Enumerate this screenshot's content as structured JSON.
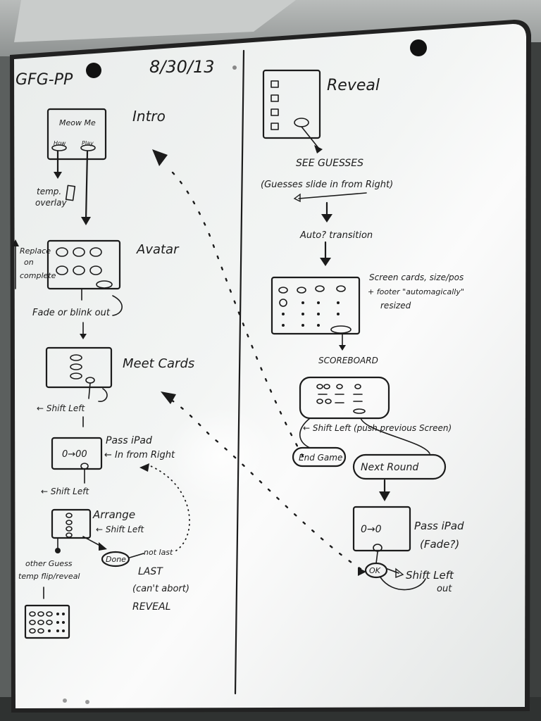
{
  "board": {
    "title": "GFG-PP",
    "date": "8/30/13"
  },
  "left_column": {
    "intro": {
      "screen_header": "Meow Me",
      "button_left": "How",
      "button_right": "Play",
      "label": "Intro"
    },
    "overlay_note": {
      "line1": "temp.",
      "line2": "overlay"
    },
    "side_note": {
      "line1": "Replace",
      "line2": "on",
      "line3": "complete"
    },
    "avatar": {
      "label": "Avatar"
    },
    "fade_note": "Fade or blink out",
    "meet_cards": {
      "label": "Meet Cards"
    },
    "shift_left_1": "← Shift Left",
    "pass_ipad": {
      "label": "Pass iPad",
      "sub": "← In from Right",
      "screen_text": "0→00"
    },
    "shift_left_2": "← Shift Left",
    "arrange": {
      "label": "Arrange",
      "sub": "← Shift Left"
    },
    "done_oval": "Done",
    "not_last": "not last",
    "last_block": {
      "line1": "LAST",
      "line2": "(can't abort)",
      "line3": "REVEAL"
    },
    "other_guess": {
      "line1": "other Guess",
      "line2": "temp flip/reveal"
    }
  },
  "right_column": {
    "reveal": {
      "label": "Reveal"
    },
    "see_guesses": "SEE GUESSES",
    "guesses_slide": "(Guesses slide in from Right)",
    "auto_transition": "Auto? transition",
    "screen_cards": {
      "line1": "Screen cards, size/pos",
      "line2": "+ footer \"automagically\"",
      "line3": "resized"
    },
    "scoreboard": "SCOREBOARD",
    "shift_left_push": "← Shift Left (push previous Screen)",
    "end_game": "End Game",
    "next_round": "Next Round",
    "pass_ipad": {
      "line1": "Pass iPad",
      "line2": "(Fade?)",
      "screen_text": "0→0"
    },
    "ok": "OK",
    "shift_left_out": {
      "line1": "Shift Left",
      "line2": "out"
    }
  },
  "colors": {
    "board_white": "#eef1f0",
    "ink": "#1b1b1b",
    "frame": "#222222",
    "wall": "#5b5f5e"
  }
}
